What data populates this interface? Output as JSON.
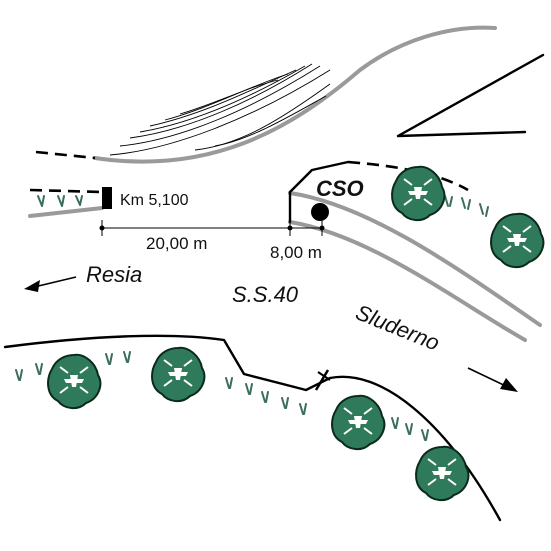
{
  "labels": {
    "km_marker": "Km 5,100",
    "cso": "CSO",
    "dist_1": "20,00 m",
    "dist_2": "8,00 m",
    "to_left": "Resia",
    "road": "S.S.40",
    "to_right": "Sluderno"
  },
  "colors": {
    "road_edge": "#9a9a9a",
    "line": "#000000",
    "tree_fill": "#2f7a5a",
    "tree_outline": "#0b2a1e",
    "grass": "#3b6e5c"
  },
  "icons": {
    "tree": "shrub-icon",
    "grass": "grass-tuft-icon",
    "marker": "km-post-icon",
    "station": "monitoring-station-icon",
    "arrow": "direction-arrow-icon"
  }
}
